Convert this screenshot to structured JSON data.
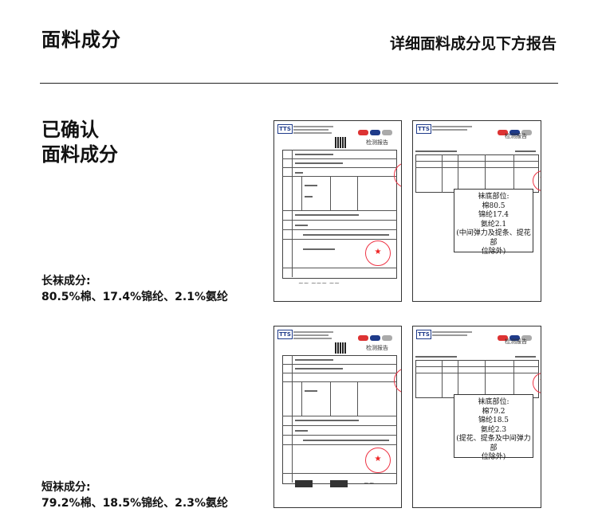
{
  "header": {
    "title": "面料成分",
    "right_text": "详细面料成分见下方报告"
  },
  "confirm": {
    "line1": "已确认",
    "line2": "面料成分"
  },
  "long_socks": {
    "label": "长袜成分:",
    "value": "80.5%棉、17.4%锦纶、2.1%氨纶",
    "callout": [
      "袜底部位:",
      "棉80.5",
      "锦纶17.4",
      "氨纶2.1",
      "(中间弹力及提条、提花部",
      "位除外)"
    ]
  },
  "short_socks": {
    "label": "短袜成分:",
    "value": "79.2%棉、18.5%锦纶、2.3%氨纶",
    "callout": [
      "袜底部位:",
      "棉79.2",
      "锦纶18.5",
      "氨纶2.3",
      "(提花、提条及中间弹力部",
      "位除外)"
    ]
  },
  "report": {
    "title": "检测报告",
    "logo": "TTS",
    "colors": {
      "stamp": "#e22222",
      "logo": "#1f3b8a"
    }
  }
}
